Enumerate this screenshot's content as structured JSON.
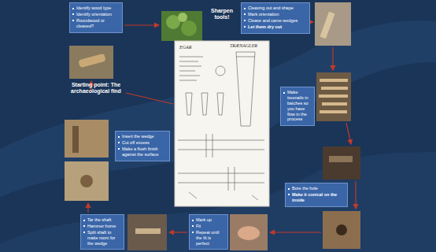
{
  "diagram": {
    "nodes": [
      {
        "text": [
          "Identify wood type",
          "Identify orientation",
          "Roundwood or cleaved?"
        ]
      },
      {
        "text": [
          "Cleaving out and shape",
          "Mark orientation",
          "Cleave and carve wedges",
          "Let them dry out"
        ]
      },
      {
        "text": [
          "Make treenails in batches so you have flow in the process"
        ]
      },
      {
        "text": [
          "Bore the hole",
          "Make it conical on the inside"
        ]
      },
      {
        "text": [
          "Mark up",
          "Fit",
          "Repeat until the fit is perfect"
        ]
      },
      {
        "text": [
          "Tar the shaft",
          "Hammer home",
          "Split shaft to make room for the wedge"
        ]
      },
      {
        "text": [
          "Insert the wedge",
          "Cut off excess",
          "Make a flush finish against the surface"
        ]
      }
    ],
    "labels": [
      "Starting point: The archaeological find",
      "Sharpen tools!",
      "EGAR",
      "TRÆNAGLER"
    ]
  }
}
